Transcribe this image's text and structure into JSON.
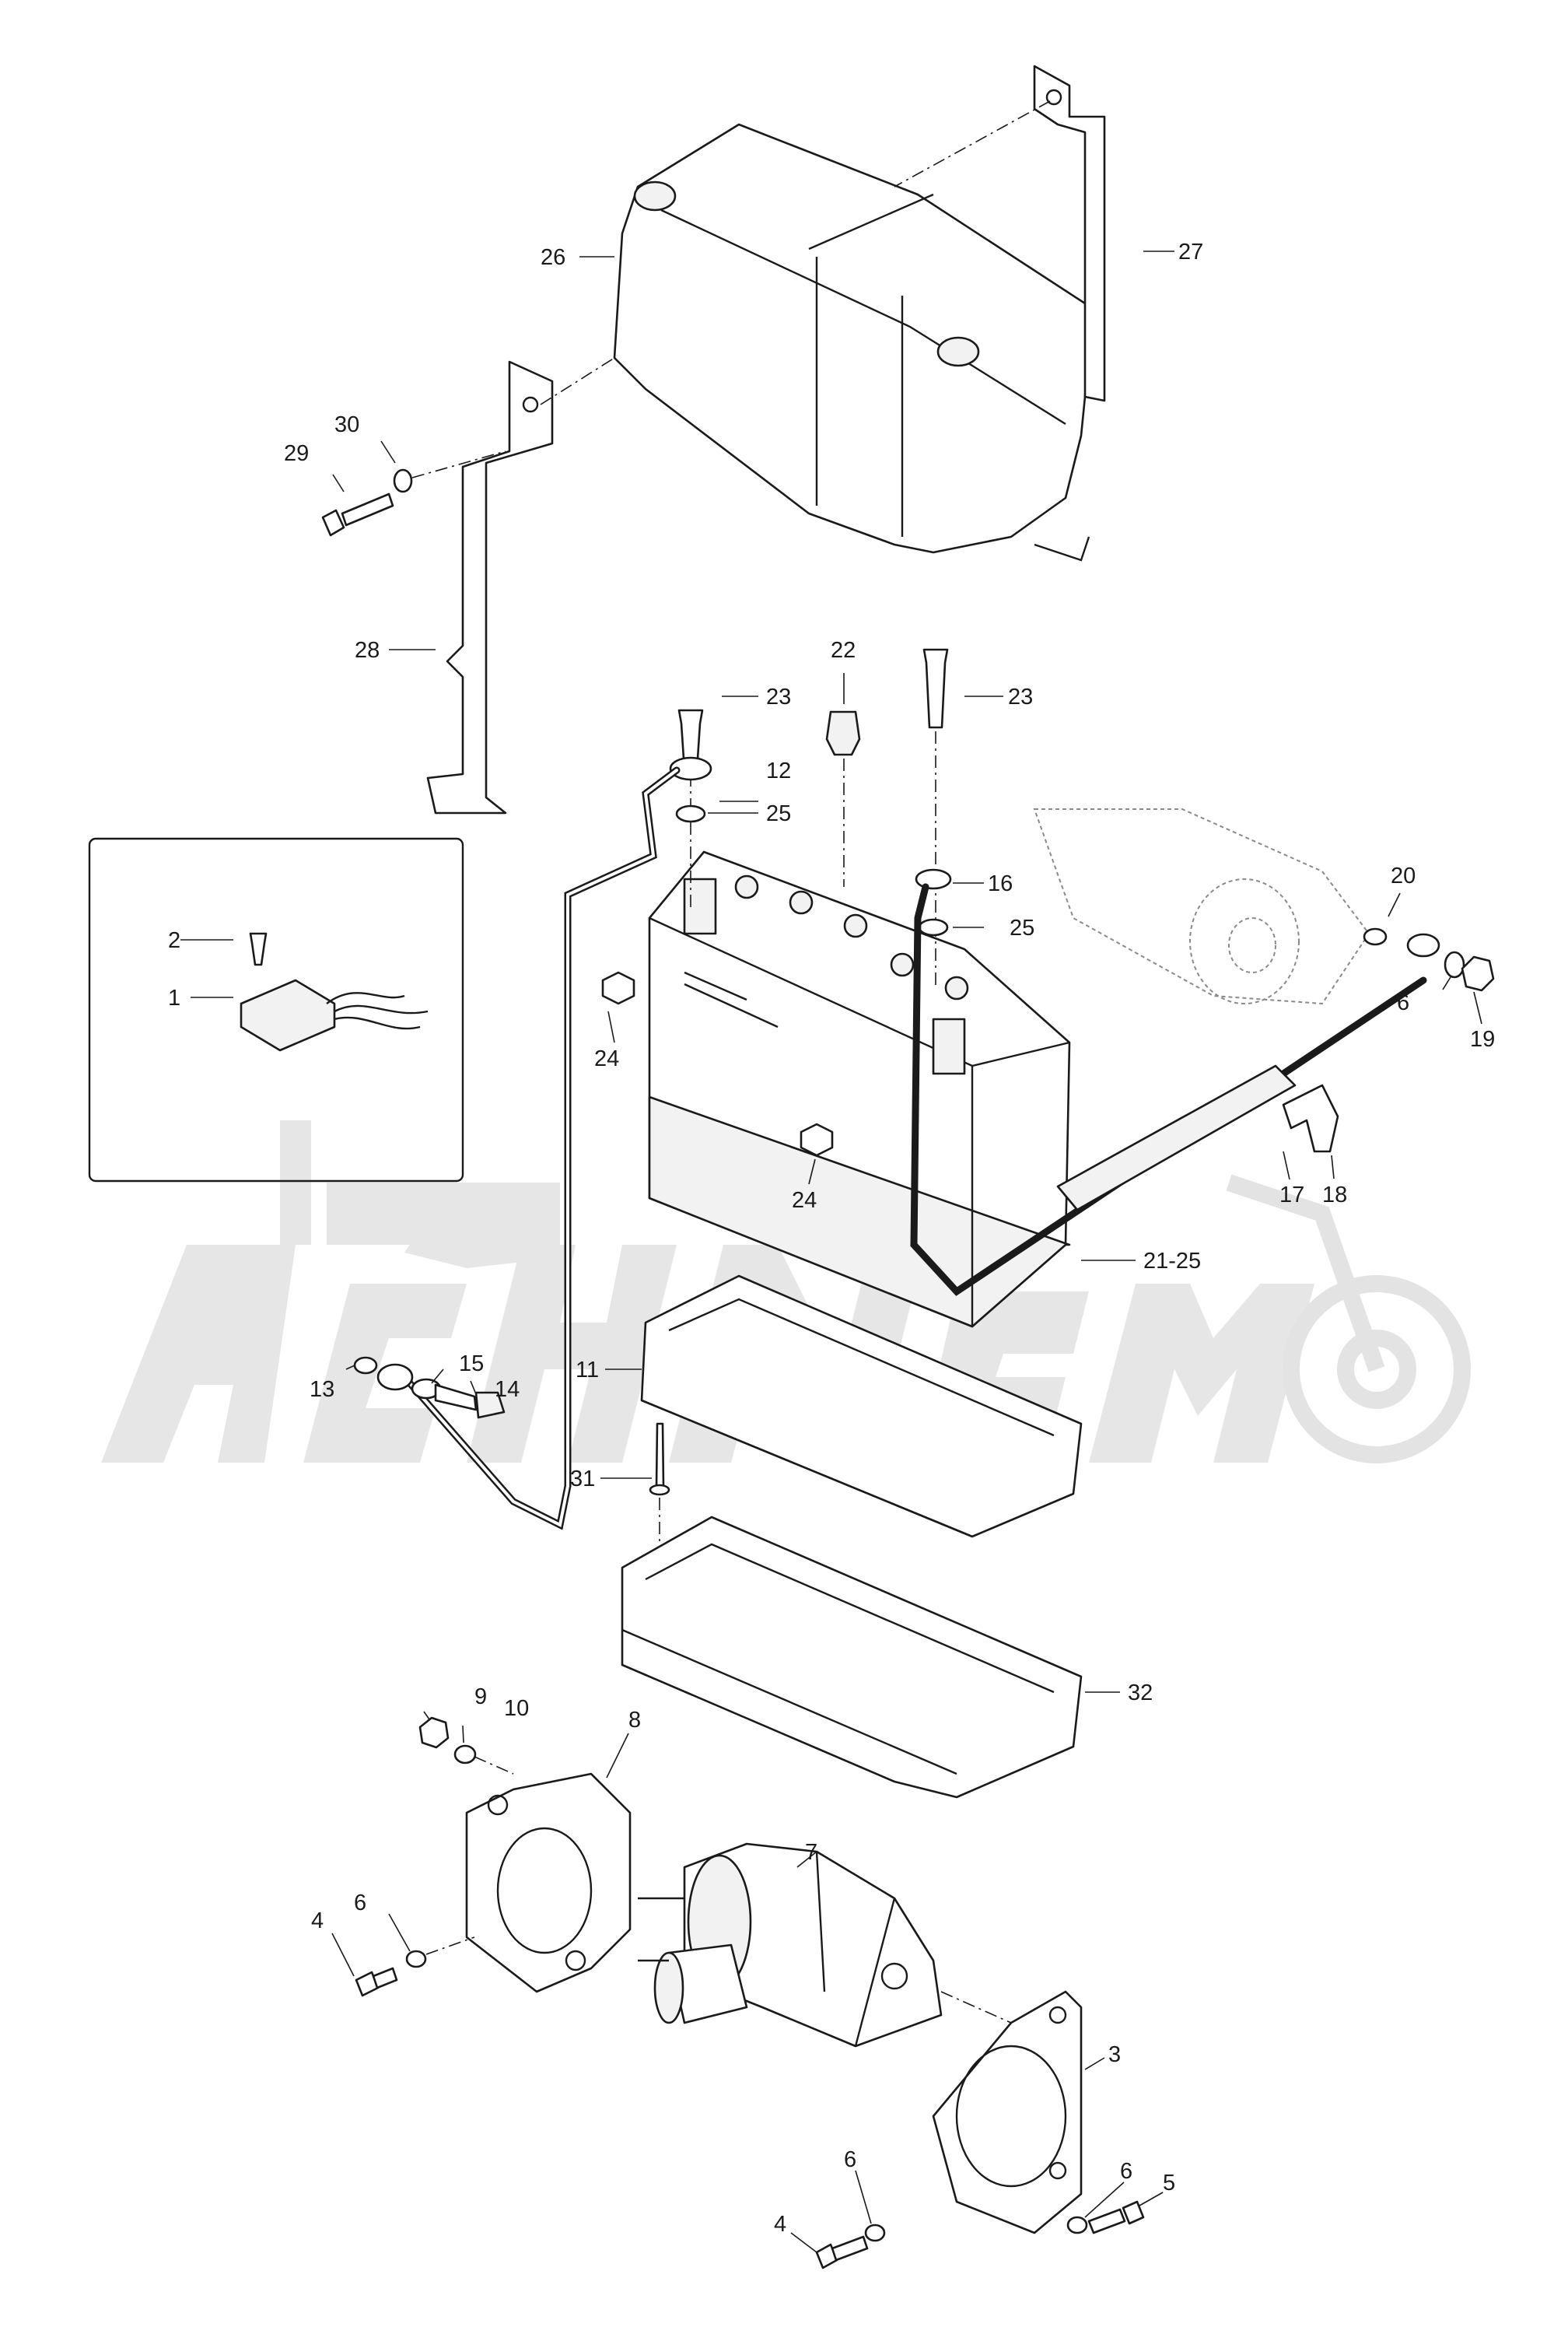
{
  "callouts": {
    "c1": "1",
    "c2": "2",
    "c3": "3",
    "c4a": "4",
    "c4b": "4",
    "c5": "5",
    "c6a": "6",
    "c6b": "6",
    "c6c": "6",
    "c6d": "6",
    "c7": "7",
    "c8": "8",
    "c9": "9",
    "c10": "10",
    "c11": "11",
    "c12": "12",
    "c13": "13",
    "c14": "14",
    "c15": "15",
    "c16": "16",
    "c17": "17",
    "c18": "18",
    "c19": "19",
    "c20": "20",
    "c2125": "21-25",
    "c22": "22",
    "c23a": "23",
    "c23b": "23",
    "c24a": "24",
    "c24b": "24",
    "c25a": "25",
    "c25b": "25",
    "c26": "26",
    "c27": "27",
    "c28": "28",
    "c29": "29",
    "c30": "30",
    "c31": "31",
    "c32": "32"
  },
  "icons": {
    "watermark": "watermark-logo-icon",
    "battery": "battery-icon",
    "starter": "starter-motor-icon",
    "relay": "relay-icon"
  }
}
